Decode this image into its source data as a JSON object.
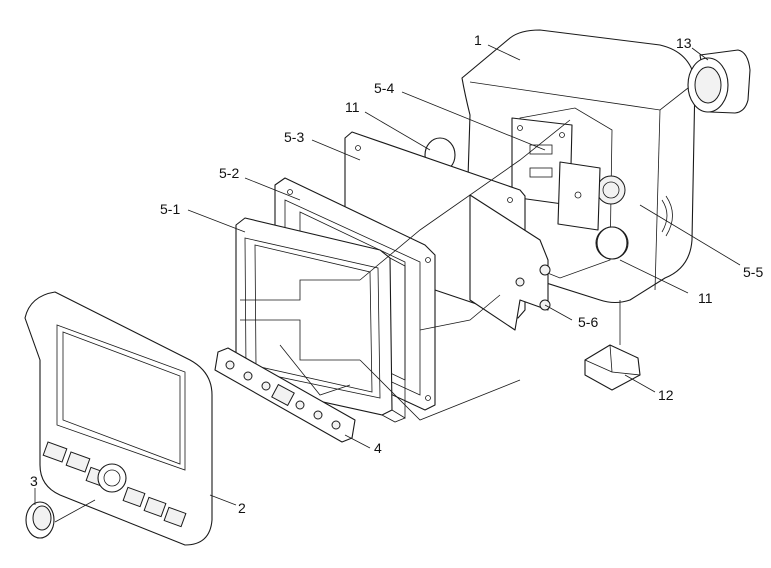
{
  "labels": {
    "p1": "1",
    "p2": "2",
    "p3": "3",
    "p4": "4",
    "p5_1": "5-1",
    "p5_2": "5-2",
    "p5_3": "5-3",
    "p5_4": "5-4",
    "p5_5": "5-5",
    "p5_6": "5-6",
    "p11a": "11",
    "p11b": "11",
    "p12": "12",
    "p13": "13"
  }
}
